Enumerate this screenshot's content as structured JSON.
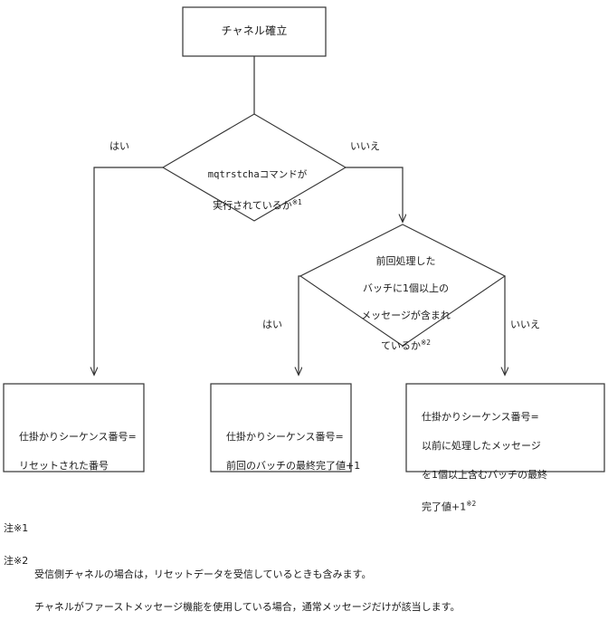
{
  "diagram": {
    "type": "flowchart",
    "title_node": {
      "label": "チャネル確立"
    },
    "decisions": [
      {
        "id": "decision-mqtrstcha",
        "lines": [
          "mqtrstchaコマンドが",
          "実行されているか"
        ],
        "marker": "※1",
        "yes_label": "はい",
        "no_label": "いいえ"
      },
      {
        "id": "decision-batch-message",
        "lines": [
          "前回処理した",
          "バッチに1個以上の",
          "メッセージが含まれ",
          "ているか"
        ],
        "marker": "※2",
        "yes_label": "はい",
        "no_label": "いいえ"
      }
    ],
    "results": [
      {
        "id": "result-reset",
        "lines": [
          "仕掛かりシーケンス番号=",
          "リセットされた番号"
        ],
        "marker": ""
      },
      {
        "id": "result-prev-batch",
        "lines": [
          "仕掛かりシーケンス番号=",
          "前回のバッチの最終完了値+1"
        ],
        "marker": ""
      },
      {
        "id": "result-processed-batch",
        "lines": [
          "仕掛かりシーケンス番号=",
          "以前に処理したメッセージ",
          "を1個以上含むバッチの最終",
          "完了値+1"
        ],
        "marker": "※2"
      }
    ]
  },
  "notes": [
    {
      "label": "注※1",
      "body": "受信側チャネルの場合は，リセットデータを受信しているときも含みます。"
    },
    {
      "label": "注※2",
      "body": "チャネルがファーストメッセージ機能を使用している場合，通常メッセージだけが該当します。"
    }
  ],
  "colors": {
    "stroke": "#333333",
    "text": "#1a1a1a",
    "background": "#ffffff"
  }
}
